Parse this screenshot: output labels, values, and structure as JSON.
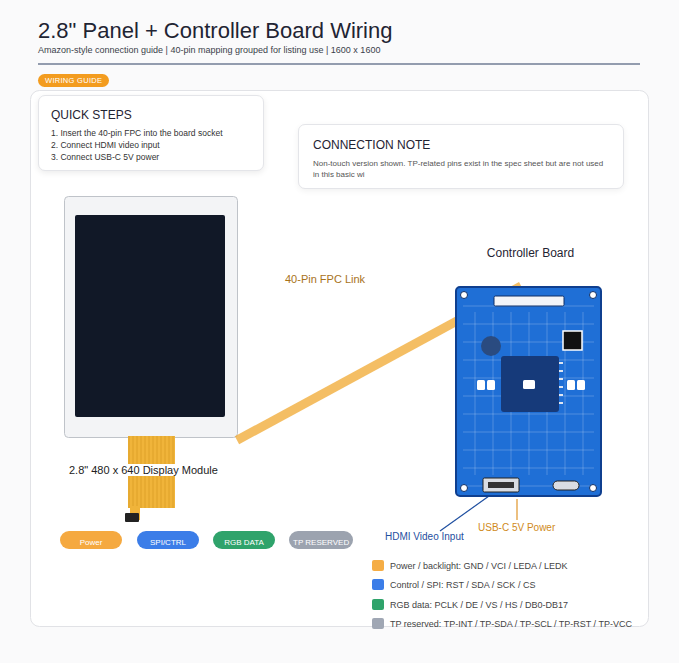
{
  "diagram": {
    "title": "2.8\" Panel + Controller Board Wiring",
    "nodes": [
      {
        "text": [
          "WIRING GUIDE"
        ]
      },
      {
        "text": [
          "QUICK STEPS",
          "1. Insert the 40-pin FPC into the board socket",
          "2. Connect HDMI video input",
          "3. Connect USB-C 5V power"
        ]
      },
      {
        "text": [
          "CONNECTION NOTE",
          "Non-touch version shown. TP-related pins exist in the spec sheet but are not used in this basic wi"
        ]
      },
      {
        "text": [
          "2.8\" 480 x 640 Display Module"
        ]
      },
      {
        "text": [
          "Controller Board"
        ]
      }
    ],
    "edges": [
      {
        "from": 3,
        "to": 4,
        "label": "40-Pin FPC Link",
        "arrow": "none"
      }
    ],
    "labels": [
      "Amazon-style connection guide | 40-pin mapping grouped for listing use | 1600 x 1600",
      "HDMI Video Input",
      "USB-C 5V Power"
    ],
    "legend": [
      {
        "text": "Power",
        "color": "#f5a940"
      },
      {
        "text": "SPI/CTRL",
        "color": "#3b7de8"
      },
      {
        "text": "RGB DATA",
        "color": "#2fa36b"
      },
      {
        "text": "TP RESERVED",
        "color": "#9ca3af"
      },
      {
        "text": "Power / backlight: GND / VCI / LEDA / LEDK",
        "color": "#f5ad45"
      },
      {
        "text": "Control / SPI: RST / SDA / SCK / CS",
        "color": "#3b7de8"
      },
      {
        "text": "RGB data: PCLK / DE / VS / HS / DB0-DB17",
        "color": "#2fa36b"
      },
      {
        "text": "TP reserved: TP-INT / TP-SDA / TP-SCL / TP-RST / TP-VCC",
        "color": "#a0a7b4"
      }
    ]
  }
}
